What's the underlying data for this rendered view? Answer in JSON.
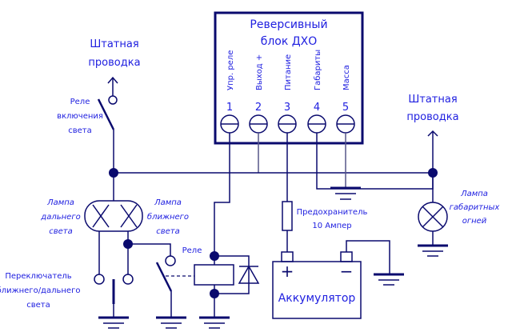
{
  "colors": {
    "wire": "#0a0a6e",
    "label": "#2020e0",
    "background": "#ffffff"
  },
  "block": {
    "title_line1": "Реверсивный",
    "title_line2": "блок ДХО",
    "terminals": [
      {
        "number": "1",
        "label": "Упр. реле"
      },
      {
        "number": "2",
        "label": "Выход +"
      },
      {
        "number": "3",
        "label": "Питание"
      },
      {
        "number": "4",
        "label": "Габариты"
      },
      {
        "number": "5",
        "label": "Масса"
      }
    ]
  },
  "labels": {
    "stock_wiring_left_1": "Штатная",
    "stock_wiring_left_2": "проводка",
    "stock_wiring_right_1": "Штатная",
    "stock_wiring_right_2": "проводка",
    "light_relay_1": "Реле",
    "light_relay_2": "включения",
    "light_relay_3": "света",
    "high_beam_1": "Лампа",
    "high_beam_2": "дальнего",
    "high_beam_3": "света",
    "low_beam_1": "Лампа",
    "low_beam_2": "ближнего",
    "low_beam_3": "света",
    "switch_1": "Переключатель",
    "switch_2": "ближнего/дальнего",
    "switch_3": "света",
    "relay": "Реле",
    "fuse_1": "Предохранитель",
    "fuse_2": "10 Ампер",
    "parking_lamp_1": "Лампа",
    "parking_lamp_2": "габаритных",
    "parking_lamp_3": "огней",
    "battery": "Аккумулятор",
    "battery_plus": "+",
    "battery_minus": "−"
  }
}
